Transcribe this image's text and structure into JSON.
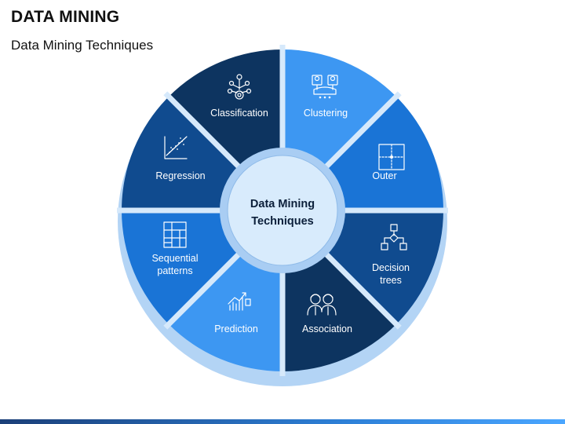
{
  "header": {
    "title": "DATA MINING",
    "subtitle": "Data Mining Techniques"
  },
  "center": {
    "line1": "Data Mining",
    "line2": "Techniques"
  },
  "segments": [
    {
      "key": "classification",
      "lines": [
        "Classification"
      ],
      "icon": "classification-tree-icon",
      "color": "#0d3460"
    },
    {
      "key": "clustering",
      "lines": [
        "Clustering"
      ],
      "icon": "clustering-users-icon",
      "color": "#3d97f2"
    },
    {
      "key": "outer",
      "lines": [
        "Outer"
      ],
      "icon": "crosshair-square-icon",
      "color": "#1a74d6"
    },
    {
      "key": "decision-trees",
      "lines": [
        "Decision",
        "trees"
      ],
      "icon": "flowchart-icon",
      "color": "#104b8f"
    },
    {
      "key": "association",
      "lines": [
        "Association"
      ],
      "icon": "people-association-icon",
      "color": "#0d3460"
    },
    {
      "key": "prediction",
      "lines": [
        "Prediction"
      ],
      "icon": "growth-chart-icon",
      "color": "#3d97f2"
    },
    {
      "key": "sequential-patterns",
      "lines": [
        "Sequential",
        "patterns"
      ],
      "icon": "grid-pattern-icon",
      "color": "#1a74d6"
    },
    {
      "key": "regression",
      "lines": [
        "Regression"
      ],
      "icon": "scatter-regression-icon",
      "color": "#104b8f"
    }
  ],
  "colors": {
    "ring": "#b3d4f5",
    "divider": "#d6e9fb",
    "center_outer": "#a9cdf3",
    "center_inner": "#d8ebfc"
  }
}
